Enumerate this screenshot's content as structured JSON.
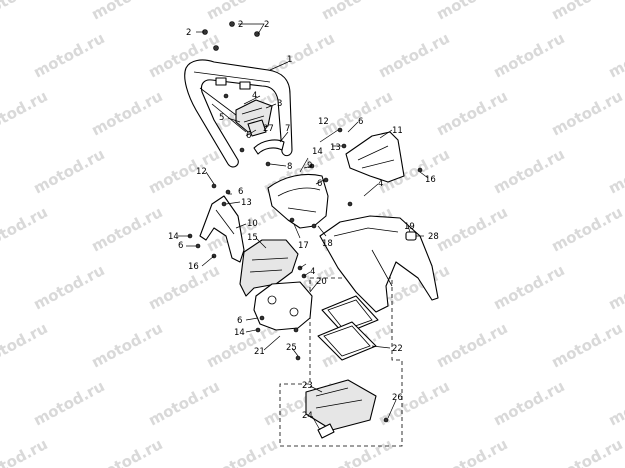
{
  "watermark": {
    "text": "motod.ru"
  },
  "callouts": [
    {
      "id": "c1",
      "text": "1"
    },
    {
      "id": "c2a",
      "text": "2"
    },
    {
      "id": "c2b",
      "text": "2"
    },
    {
      "id": "c2c",
      "text": "2"
    },
    {
      "id": "c3",
      "text": "3"
    },
    {
      "id": "c4a",
      "text": "4"
    },
    {
      "id": "c4b",
      "text": "4"
    },
    {
      "id": "c4c",
      "text": "4"
    },
    {
      "id": "c5",
      "text": "5"
    },
    {
      "id": "c6a",
      "text": "6"
    },
    {
      "id": "c6b",
      "text": "6"
    },
    {
      "id": "c6c",
      "text": "6"
    },
    {
      "id": "c6d",
      "text": "6"
    },
    {
      "id": "c6e",
      "text": "6"
    },
    {
      "id": "c6f",
      "text": "6"
    },
    {
      "id": "c7",
      "text": "7"
    },
    {
      "id": "c8",
      "text": "8"
    },
    {
      "id": "c9",
      "text": "9"
    },
    {
      "id": "c10",
      "text": "10"
    },
    {
      "id": "c11",
      "text": "11"
    },
    {
      "id": "c12a",
      "text": "12"
    },
    {
      "id": "c12b",
      "text": "12"
    },
    {
      "id": "c13a",
      "text": "13"
    },
    {
      "id": "c13b",
      "text": "13"
    },
    {
      "id": "c14a",
      "text": "14"
    },
    {
      "id": "c14b",
      "text": "14"
    },
    {
      "id": "c14c",
      "text": "14"
    },
    {
      "id": "c15",
      "text": "15"
    },
    {
      "id": "c16a",
      "text": "16"
    },
    {
      "id": "c16b",
      "text": "16"
    },
    {
      "id": "c17",
      "text": "17"
    },
    {
      "id": "c18",
      "text": "18"
    },
    {
      "id": "c19",
      "text": "19"
    },
    {
      "id": "c20",
      "text": "20"
    },
    {
      "id": "c21",
      "text": "21"
    },
    {
      "id": "c22",
      "text": "22"
    },
    {
      "id": "c23",
      "text": "23"
    },
    {
      "id": "c24",
      "text": "24"
    },
    {
      "id": "c25",
      "text": "25"
    },
    {
      "id": "c26",
      "text": "26"
    },
    {
      "id": "c27",
      "text": "27"
    },
    {
      "id": "c28",
      "text": "28"
    }
  ]
}
